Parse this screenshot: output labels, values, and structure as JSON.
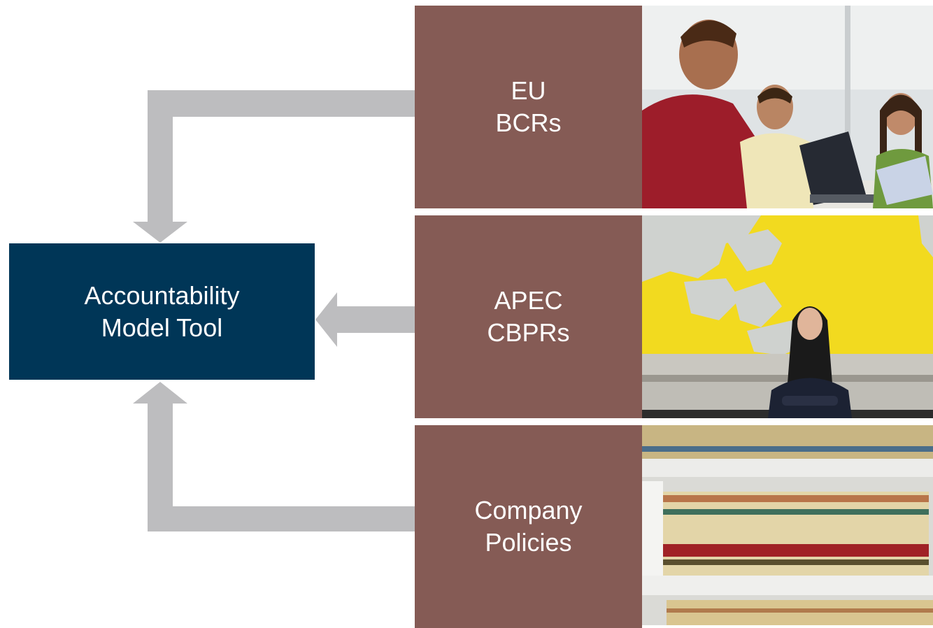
{
  "center": {
    "line1": "Accountability",
    "line2": "Model Tool"
  },
  "sources": [
    {
      "line1": "EU",
      "line2": "BCRs",
      "photo": "business-meeting-photo"
    },
    {
      "line1": "APEC",
      "line2": "CBPRs",
      "photo": "world-map-woman-photo"
    },
    {
      "line1": "Company",
      "line2": "Policies",
      "photo": "file-shelves-photo"
    }
  ],
  "colors": {
    "center_box": "#003657",
    "source_box": "#855b55",
    "arrow": "#bdbdbf",
    "text": "#ffffff"
  }
}
